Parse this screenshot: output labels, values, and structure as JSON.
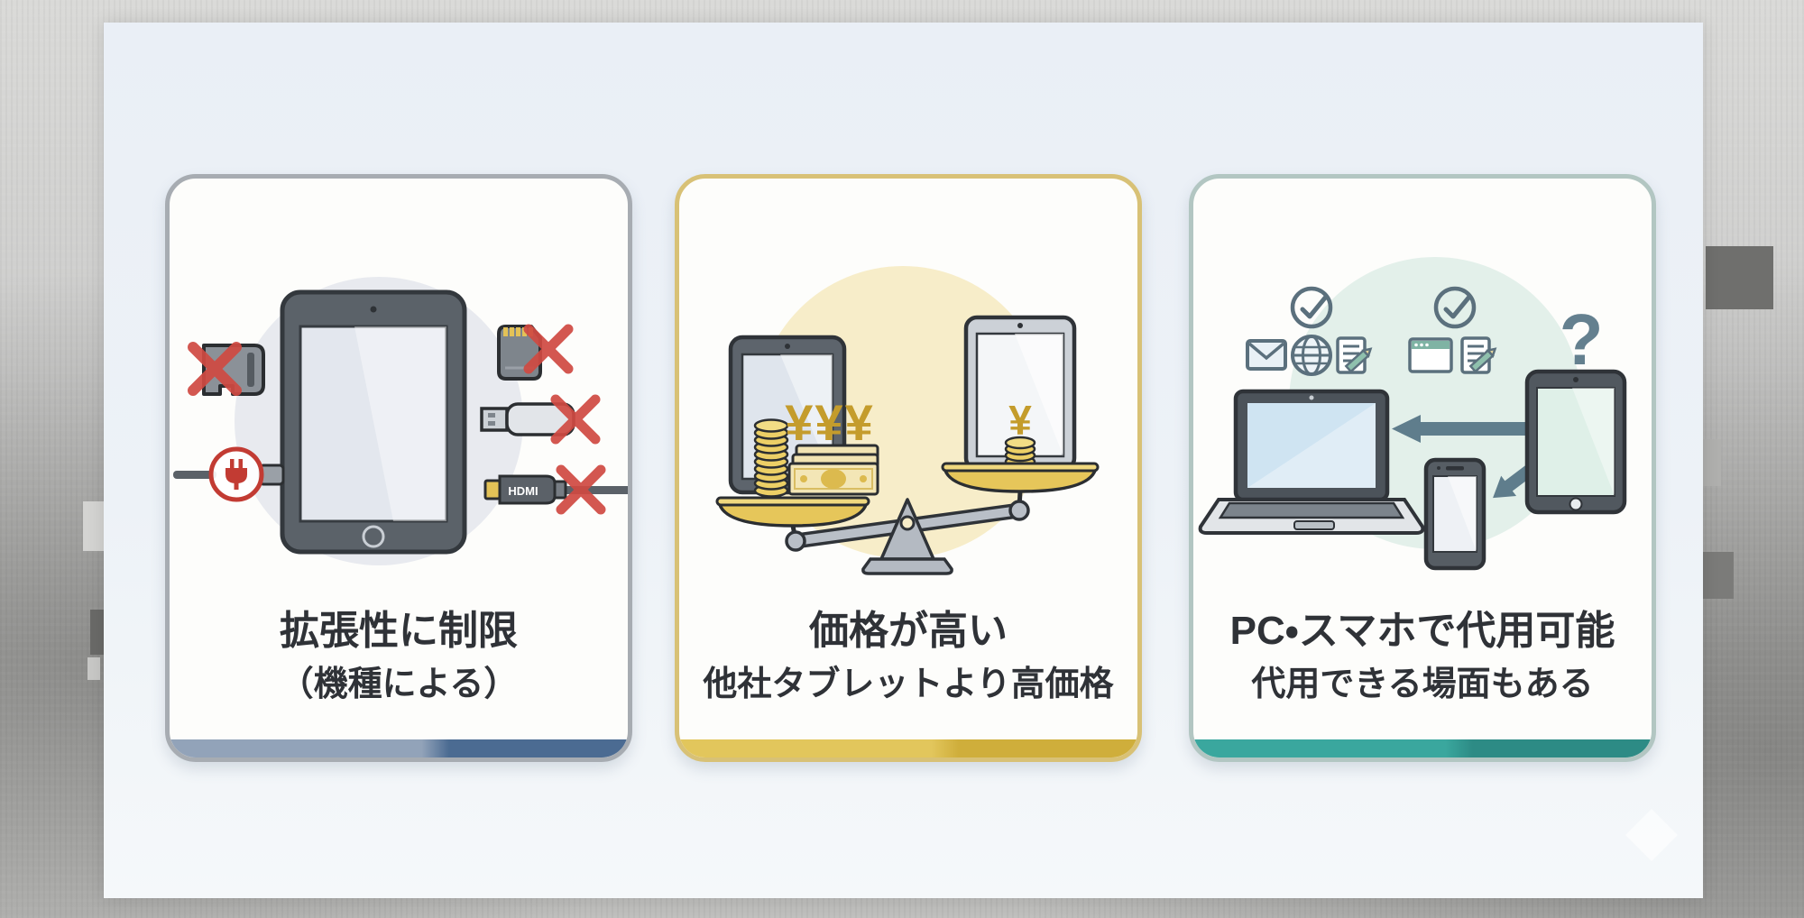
{
  "cards": [
    {
      "title": "拡張性に制限",
      "subtitle": "（機種による）",
      "border_color": "#a7acb2",
      "accent_left": "#92a3b9",
      "accent_right": "#4b6b92",
      "x_mark_color": "#d04a42"
    },
    {
      "title": "価格が高い",
      "subtitle": "他社タブレットより高価格",
      "border_color": "#d8c176",
      "accent_left": "#e2c65c",
      "accent_right": "#cfae3b",
      "yen_heavy": "¥¥¥",
      "yen_light": "¥"
    },
    {
      "title": "PC・スマホで代用可能",
      "subtitle": "代用できる場面もある",
      "border_color": "#b2c6c2",
      "accent_left": "#3aa79e",
      "accent_right": "#2d8b85",
      "question_mark": "?"
    }
  ],
  "labels": {
    "hdmi": "HDMI"
  }
}
